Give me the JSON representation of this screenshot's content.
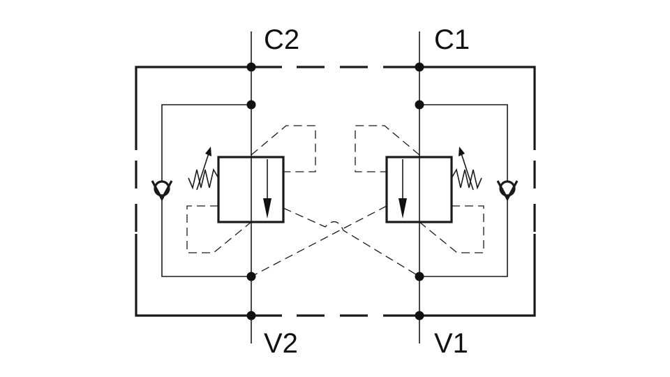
{
  "ports": {
    "c2": "C2",
    "c1": "C1",
    "v2": "V2",
    "v1": "V1"
  },
  "colors": {
    "line": "#1a1a1a",
    "background": "#ffffff"
  }
}
